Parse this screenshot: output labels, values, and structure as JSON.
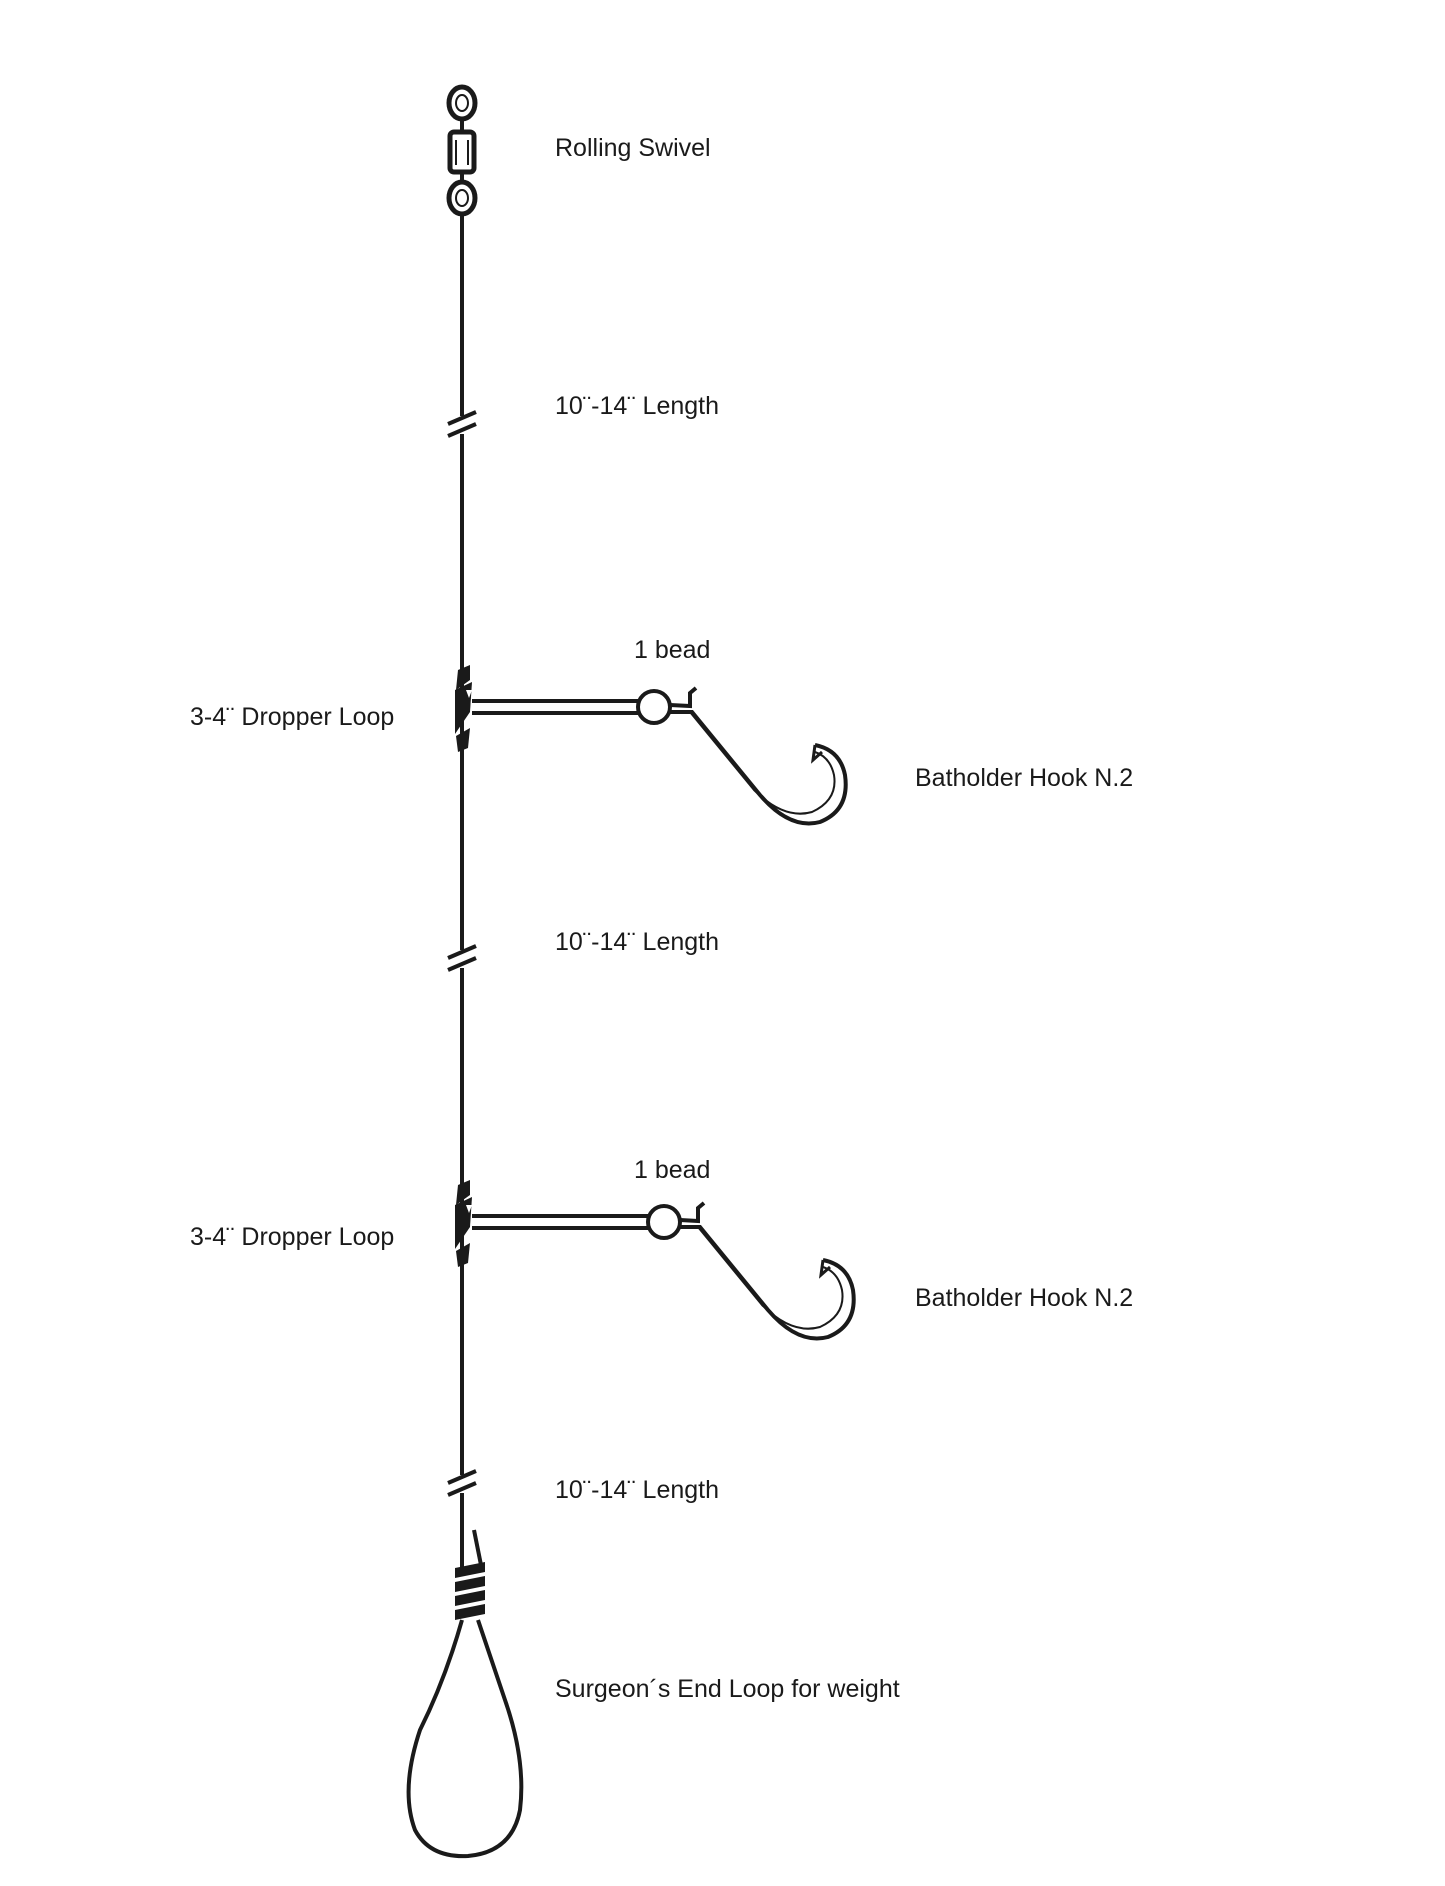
{
  "diagram": {
    "labels": {
      "rolling_swivel": "Rolling Swivel",
      "length_top": "10¨-14¨ Length",
      "bead_1": "1 bead",
      "dropper_loop_1": "3-4¨ Dropper Loop",
      "hook_1": "Batholder Hook N.2",
      "length_middle": "10¨-14¨ Length",
      "bead_2": "1 bead",
      "dropper_loop_2": "3-4¨ Dropper Loop",
      "hook_2": "Batholder Hook N.2",
      "length_bottom": "10¨-14¨ Length",
      "end_loop": "Surgeon´s End  Loop for weight"
    },
    "colors": {
      "ink": "#1a1a1a",
      "background": "#ffffff"
    }
  }
}
